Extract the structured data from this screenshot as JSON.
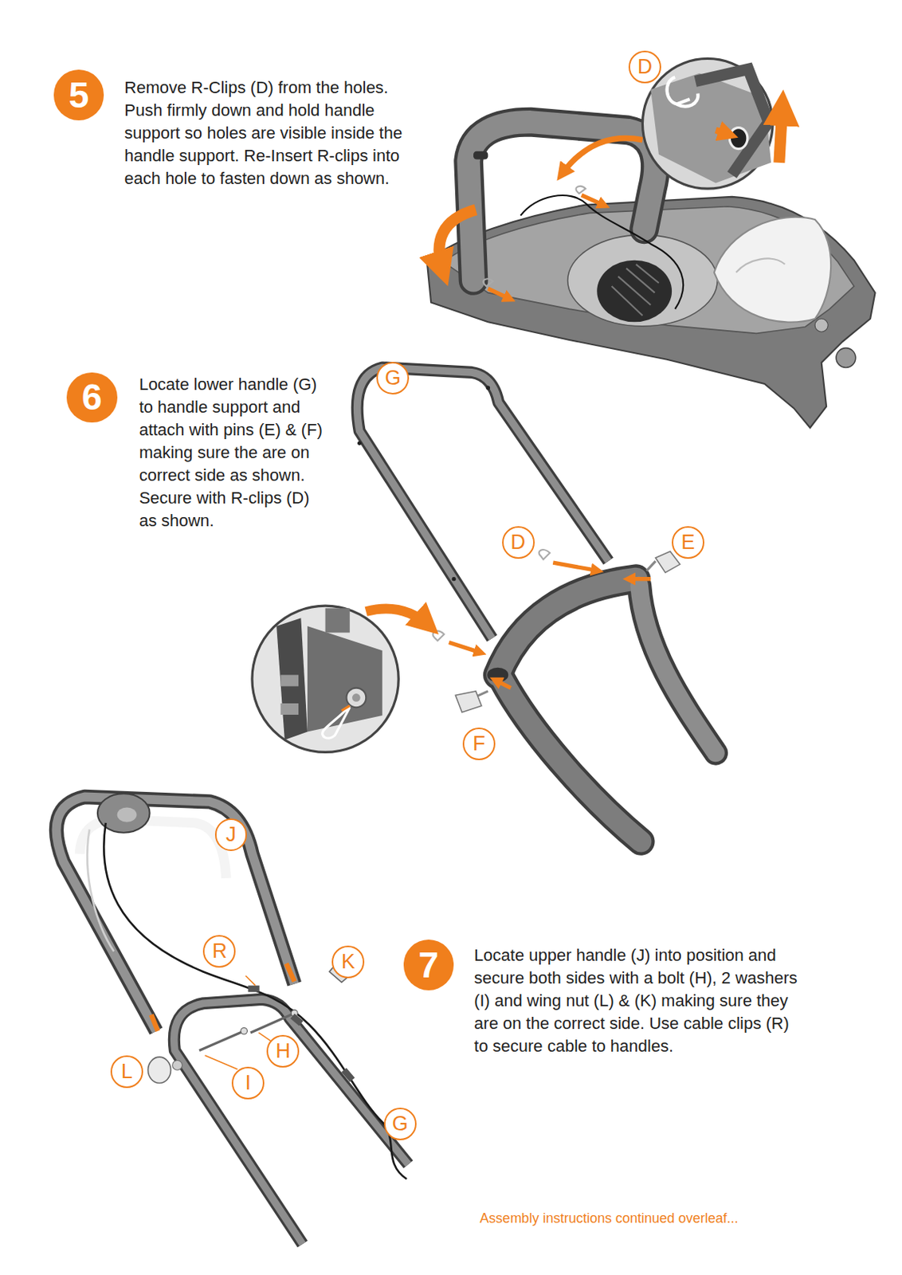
{
  "diagram": {
    "nodes": [
      {
        "text": [
          "5"
        ]
      },
      {
        "text": [
          "D"
        ]
      },
      {
        "text": [
          "6"
        ]
      },
      {
        "text": [
          "G"
        ]
      },
      {
        "text": [
          "D"
        ]
      },
      {
        "text": [
          "E"
        ]
      },
      {
        "text": [
          "F"
        ]
      },
      {
        "text": [
          "J"
        ]
      },
      {
        "text": [
          "R"
        ]
      },
      {
        "text": [
          "K"
        ]
      },
      {
        "text": [
          "7"
        ]
      },
      {
        "text": [
          "H"
        ]
      },
      {
        "text": [
          "L"
        ]
      },
      {
        "text": [
          "I"
        ]
      },
      {
        "text": [
          "G"
        ]
      }
    ],
    "labels": [
      "Remove R-Clips (D) from the holes. Push firmly down and hold handle support so holes are visible inside the handle support. Re-Insert R-clips into each hole to fasten down as shown.",
      "Locate lower handle (G) to handle support and attach with pins (E) & (F) making sure the are on correct side as shown. Secure with R-clips (D) as shown.",
      "Locate upper handle (J) into position and secure both sides with a bolt (H), 2 washers (I) and wing nut (L) & (K) making sure they are on the correct side. Use cable clips (R) to secure cable to handles.",
      "Assembly instructions continued overleaf..."
    ]
  }
}
